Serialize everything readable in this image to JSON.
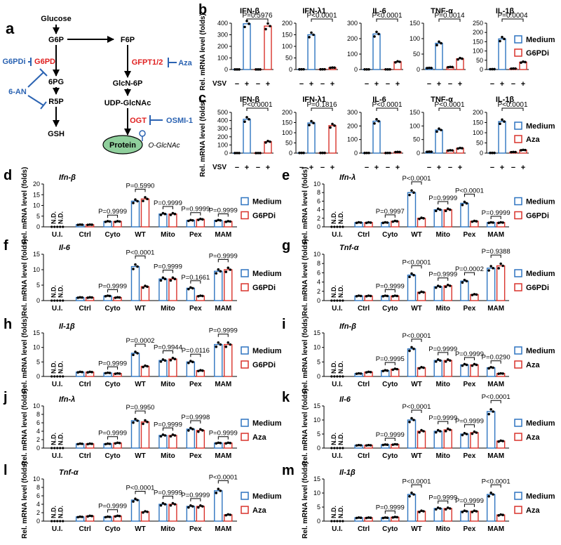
{
  "colors": {
    "medium": "#2e74c0",
    "g6pdi": "#d9322b",
    "aza": "#d9322b",
    "pathway_blue": "#2b63b2",
    "pathway_red": "#e02020",
    "protein_fill": "#8fcf9c"
  },
  "pathway": {
    "label": "a",
    "glucose": "Glucose",
    "g6p": "G6P",
    "f6p": "F6P",
    "pg6": "6PG",
    "r5p": "R5P",
    "gsh": "GSH",
    "g6pd": "G6PD",
    "g6pdi": "G6PDi",
    "an6": "6-AN",
    "gfpt": "GFPT1/2",
    "aza": "Aza",
    "glcn6p": "GlcN-6P",
    "udp": "UDP-GlcNAc",
    "ogt": "OGT",
    "osmi": "OSMI-1",
    "protein": "Protein",
    "oglcnac": "O-GlcNAc"
  },
  "vsv_row": {
    "vsv": "VSV",
    "minus": "−",
    "plus": "+"
  },
  "chart_data": [
    {
      "panel": "b",
      "type": "bar",
      "layout": "vsv",
      "ylabel": "Rel. mRNA level (folds)",
      "legend": [
        "Medium",
        "G6PDi"
      ],
      "categories": [
        "−",
        "+",
        "−",
        "+"
      ],
      "subplots": [
        {
          "title": "IFN-β",
          "ylim": [
            0,
            400
          ],
          "yticks": [
            0,
            100,
            200,
            300,
            400
          ],
          "p": "P=0.5976",
          "series": [
            {
              "name": "Medium",
              "values": [
                1,
                395
              ]
            },
            {
              "name": "G6PDi",
              "values": [
                1,
                375
              ]
            }
          ]
        },
        {
          "title": "IFN-λ1",
          "ylim": [
            0,
            200
          ],
          "yticks": [
            0,
            50,
            100,
            150,
            200
          ],
          "p": "P<0.0001",
          "series": [
            {
              "name": "Medium",
              "values": [
                1,
                150
              ]
            },
            {
              "name": "G6PDi",
              "values": [
                1,
                8
              ]
            }
          ]
        },
        {
          "title": "IL-6",
          "ylim": [
            0,
            300
          ],
          "yticks": [
            0,
            100,
            200,
            300
          ],
          "p": "P<0.0001",
          "series": [
            {
              "name": "Medium",
              "values": [
                1,
                230
              ]
            },
            {
              "name": "G6PDi",
              "values": [
                1,
                50
              ]
            }
          ]
        },
        {
          "title": "TNF-α",
          "ylim": [
            0,
            150
          ],
          "yticks": [
            0,
            50,
            100,
            150
          ],
          "p": "P=0.0014",
          "series": [
            {
              "name": "Medium",
              "values": [
                5,
                85
              ]
            },
            {
              "name": "G6PDi",
              "values": [
                8,
                35
              ]
            }
          ]
        },
        {
          "title": "IL-1β",
          "ylim": [
            0,
            250
          ],
          "yticks": [
            0,
            50,
            100,
            150,
            200,
            250
          ],
          "p": "P=0.0004",
          "series": [
            {
              "name": "Medium",
              "values": [
                2,
                165
              ]
            },
            {
              "name": "G6PDi",
              "values": [
                5,
                40
              ]
            }
          ]
        }
      ]
    },
    {
      "panel": "c",
      "type": "bar",
      "layout": "vsv",
      "ylabel": "Rel. mRNA level (folds)",
      "legend": [
        "Medium",
        "Aza"
      ],
      "categories": [
        "−",
        "+",
        "−",
        "+"
      ],
      "subplots": [
        {
          "title": "IFN-β",
          "ylim": [
            0,
            500
          ],
          "yticks": [
            0,
            100,
            200,
            300,
            400,
            500
          ],
          "p": "P<0.0001",
          "series": [
            {
              "name": "Medium",
              "values": [
                1,
                415
              ]
            },
            {
              "name": "Aza",
              "values": [
                1,
                140
              ]
            }
          ]
        },
        {
          "title": "IFN-λ1",
          "ylim": [
            0,
            200
          ],
          "yticks": [
            0,
            50,
            100,
            150,
            200
          ],
          "p": "P=0.1816",
          "series": [
            {
              "name": "Medium",
              "values": [
                1,
                148
              ]
            },
            {
              "name": "Aza",
              "values": [
                1,
                135
              ]
            }
          ]
        },
        {
          "title": "IL-6",
          "ylim": [
            0,
            300
          ],
          "yticks": [
            0,
            100,
            200,
            300
          ],
          "p": "P<0.0001",
          "series": [
            {
              "name": "Medium",
              "values": [
                1,
                235
              ]
            },
            {
              "name": "Aza",
              "values": [
                1,
                8
              ]
            }
          ]
        },
        {
          "title": "TNF-α",
          "ylim": [
            0,
            150
          ],
          "yticks": [
            0,
            50,
            100,
            150
          ],
          "p": "P<0.0001",
          "series": [
            {
              "name": "Medium",
              "values": [
                5,
                85
              ]
            },
            {
              "name": "Aza",
              "values": [
                10,
                18
              ]
            }
          ]
        },
        {
          "title": "IL-1β",
          "ylim": [
            0,
            200
          ],
          "yticks": [
            0,
            50,
            100,
            150,
            200
          ],
          "p": "P<0.0001",
          "series": [
            {
              "name": "Medium",
              "values": [
                1,
                155
              ]
            },
            {
              "name": "Aza",
              "values": [
                5,
                15
              ]
            }
          ]
        }
      ]
    },
    {
      "panel": "d",
      "type": "bar",
      "layout": "org",
      "title": "Ifn-β",
      "ylabel": "Rel. mRNA level (folds)",
      "ylim": [
        0,
        20
      ],
      "yticks": [
        0,
        5,
        10,
        15,
        20
      ],
      "categories": [
        "U.I.",
        "Ctrl",
        "Cyto",
        "WT",
        "Mito",
        "Pex",
        "MAM"
      ],
      "nd": "N.D.",
      "series": [
        {
          "name": "Medium",
          "values": [
            0,
            1,
            2.5,
            12,
            6,
            3,
            3
          ]
        },
        {
          "name": "G6PDi",
          "values": [
            0,
            1,
            2.5,
            13,
            6,
            3.5,
            2.5
          ]
        }
      ],
      "pvalues": [
        "P=0.9999",
        "P=0.5990",
        "P=0.9999",
        "P=0.9999",
        "P=0.9999"
      ]
    },
    {
      "panel": "e",
      "type": "bar",
      "layout": "org",
      "title": "Ifn-λ",
      "ylabel": "Rel. mRNA level (folds)",
      "ylim": [
        0,
        10
      ],
      "yticks": [
        0,
        2,
        4,
        6,
        8,
        10
      ],
      "categories": [
        "U.I.",
        "Ctrl",
        "Cyto",
        "WT",
        "Mito",
        "Pex",
        "MAM"
      ],
      "nd": "N.D.",
      "series": [
        {
          "name": "Medium",
          "values": [
            0,
            1,
            1,
            8,
            4,
            5.5,
            1
          ]
        },
        {
          "name": "G6PDi",
          "values": [
            0,
            1,
            1.3,
            2,
            4,
            1.3,
            1
          ]
        }
      ],
      "pvalues": [
        "P=0.9997",
        "P<0.0001",
        "P=0.9999",
        "P<0.0001",
        "P=0.9999"
      ]
    },
    {
      "panel": "f",
      "type": "bar",
      "layout": "org",
      "title": "Il-6",
      "ylabel": "Rel. mRNA level (folds)",
      "ylim": [
        0,
        15
      ],
      "yticks": [
        0,
        5,
        10,
        15
      ],
      "categories": [
        "U.I.",
        "Ctrl",
        "Cyto",
        "WT",
        "Mito",
        "Pex",
        "MAM"
      ],
      "nd": "N.D.",
      "series": [
        {
          "name": "Medium",
          "values": [
            0,
            1,
            1.5,
            11,
            7,
            4,
            9.5
          ]
        },
        {
          "name": "G6PDi",
          "values": [
            0,
            1,
            1,
            4.5,
            7,
            1.5,
            10
          ]
        }
      ],
      "pvalues": [
        "P=0.9999",
        "P<0.0001",
        "P=0.9999",
        "P=0.1661",
        "P=0.9999"
      ]
    },
    {
      "panel": "g",
      "type": "bar",
      "layout": "org",
      "title": "Tnf-α",
      "ylabel": "Rel. mRNA level (folds)",
      "ylim": [
        0,
        10
      ],
      "yticks": [
        0,
        2,
        4,
        6,
        8,
        10
      ],
      "categories": [
        "U.I.",
        "Ctrl",
        "Cyto",
        "WT",
        "Mito",
        "Pex",
        "MAM"
      ],
      "nd": "N.D.",
      "series": [
        {
          "name": "Medium",
          "values": [
            0,
            1,
            1,
            5.5,
            3,
            4.2,
            7
          ]
        },
        {
          "name": "G6PDi",
          "values": [
            0,
            1,
            1,
            1.8,
            3.2,
            1.3,
            7.5
          ]
        }
      ],
      "pvalues": [
        "P=0.9999",
        "P<0.0001",
        "P=0.9999",
        "P=0.0002",
        "P=0.9388"
      ]
    },
    {
      "panel": "h",
      "type": "bar",
      "layout": "org",
      "title": "Il-1β",
      "ylabel": "Rel. mRNA level (folds)",
      "ylim": [
        0,
        15
      ],
      "yticks": [
        0,
        5,
        10,
        15
      ],
      "categories": [
        "U.I.",
        "Ctrl",
        "Cyto",
        "WT",
        "Mito",
        "Pex",
        "MAM"
      ],
      "nd": "N.D.",
      "series": [
        {
          "name": "Medium",
          "values": [
            0,
            1.5,
            1.2,
            8,
            5.5,
            5,
            11
          ]
        },
        {
          "name": "G6PDi",
          "values": [
            0,
            1.5,
            1,
            3.5,
            6,
            2,
            11
          ]
        }
      ],
      "pvalues": [
        "P=0.9999",
        "P=0.0002",
        "P=0.9944",
        "P=0.0116",
        "P=0.9999"
      ]
    },
    {
      "panel": "i",
      "type": "bar",
      "layout": "org",
      "title": "Ifn-β",
      "ylabel": "Rel. mRNA level (folds)",
      "ylim": [
        0,
        15
      ],
      "yticks": [
        0,
        5,
        10,
        15
      ],
      "categories": [
        "U.I.",
        "Ctrl",
        "Cyto",
        "WT",
        "Mito",
        "Pex",
        "MAM"
      ],
      "nd": "N.D.",
      "series": [
        {
          "name": "Medium",
          "values": [
            0,
            1,
            2,
            9.5,
            5.5,
            4,
            3
          ]
        },
        {
          "name": "Aza",
          "values": [
            0,
            1.5,
            2.5,
            3,
            5.5,
            4,
            1
          ]
        }
      ],
      "pvalues": [
        "P=0.9995",
        "P<0.0001",
        "P=0.9999",
        "P=0.9999",
        "P=0.0290"
      ]
    },
    {
      "panel": "j",
      "type": "bar",
      "layout": "org",
      "title": "Ifn-λ",
      "ylabel": "Rel. mRNA level (folds)",
      "ylim": [
        0,
        10
      ],
      "yticks": [
        0,
        2,
        4,
        6,
        8,
        10
      ],
      "categories": [
        "U.I.",
        "Ctrl",
        "Cyto",
        "WT",
        "Mito",
        "Pex",
        "MAM"
      ],
      "nd": "N.D.",
      "series": [
        {
          "name": "Medium",
          "values": [
            0,
            1,
            1,
            6.5,
            3,
            4.5,
            1.2
          ]
        },
        {
          "name": "Aza",
          "values": [
            0,
            1,
            1.2,
            6.2,
            3,
            4.2,
            1.2
          ]
        }
      ],
      "pvalues": [
        "P=0.9999",
        "P=0.9950",
        "P=0.9999",
        "P=0.9998",
        "P=0.9999"
      ]
    },
    {
      "panel": "k",
      "type": "bar",
      "layout": "org",
      "title": "Il-6",
      "ylabel": "Rel. mRNA level (folds)",
      "ylim": [
        0,
        15
      ],
      "yticks": [
        0,
        5,
        10,
        15
      ],
      "categories": [
        "U.I.",
        "Ctrl",
        "Cyto",
        "WT",
        "Mito",
        "Pex",
        "MAM"
      ],
      "nd": "N.D.",
      "series": [
        {
          "name": "Medium",
          "values": [
            0,
            1,
            1.2,
            10,
            6,
            5,
            13
          ]
        },
        {
          "name": "Aza",
          "values": [
            0,
            1,
            1.3,
            6,
            6.5,
            5.5,
            2.5
          ]
        }
      ],
      "pvalues": [
        "P=0.9999",
        "P<0.0001",
        "P=0.9999",
        "P=0.9999",
        "P<0.0001"
      ]
    },
    {
      "panel": "l",
      "type": "bar",
      "layout": "org",
      "title": "Tnf-α",
      "ylabel": "Rel. mRNA level (folds)",
      "ylim": [
        0,
        10
      ],
      "yticks": [
        0,
        2,
        4,
        6,
        8,
        10
      ],
      "categories": [
        "U.I.",
        "Ctrl",
        "Cyto",
        "WT",
        "Mito",
        "Pex",
        "MAM"
      ],
      "nd": "N.D.",
      "series": [
        {
          "name": "Medium",
          "values": [
            0,
            1,
            1,
            5,
            4,
            3.5,
            7.2
          ]
        },
        {
          "name": "Aza",
          "values": [
            0,
            1.2,
            1.2,
            2.2,
            4,
            3.5,
            1.5
          ]
        }
      ],
      "pvalues": [
        "P=0.9999",
        "P<0.0001",
        "P=0.9999",
        "P=0.9999",
        "P<0.0001"
      ]
    },
    {
      "panel": "m",
      "type": "bar",
      "layout": "org",
      "title": "Il-1β",
      "ylabel": "Rel. mRNA level (folds)",
      "ylim": [
        0,
        15
      ],
      "yticks": [
        0,
        5,
        10,
        15
      ],
      "categories": [
        "U.I.",
        "Ctrl",
        "Cyto",
        "WT",
        "Mito",
        "Pex",
        "MAM"
      ],
      "nd": "N.D.",
      "series": [
        {
          "name": "Medium",
          "values": [
            0,
            1.2,
            1.2,
            9.5,
            4.5,
            3.5,
            9.5
          ]
        },
        {
          "name": "Aza",
          "values": [
            0,
            1.2,
            1.4,
            3.5,
            4.5,
            3.5,
            2.2
          ]
        }
      ],
      "pvalues": [
        "P=0.9999",
        "P<0.0001",
        "P=0.9999",
        "P=0.9999",
        "P<0.0001"
      ]
    }
  ]
}
